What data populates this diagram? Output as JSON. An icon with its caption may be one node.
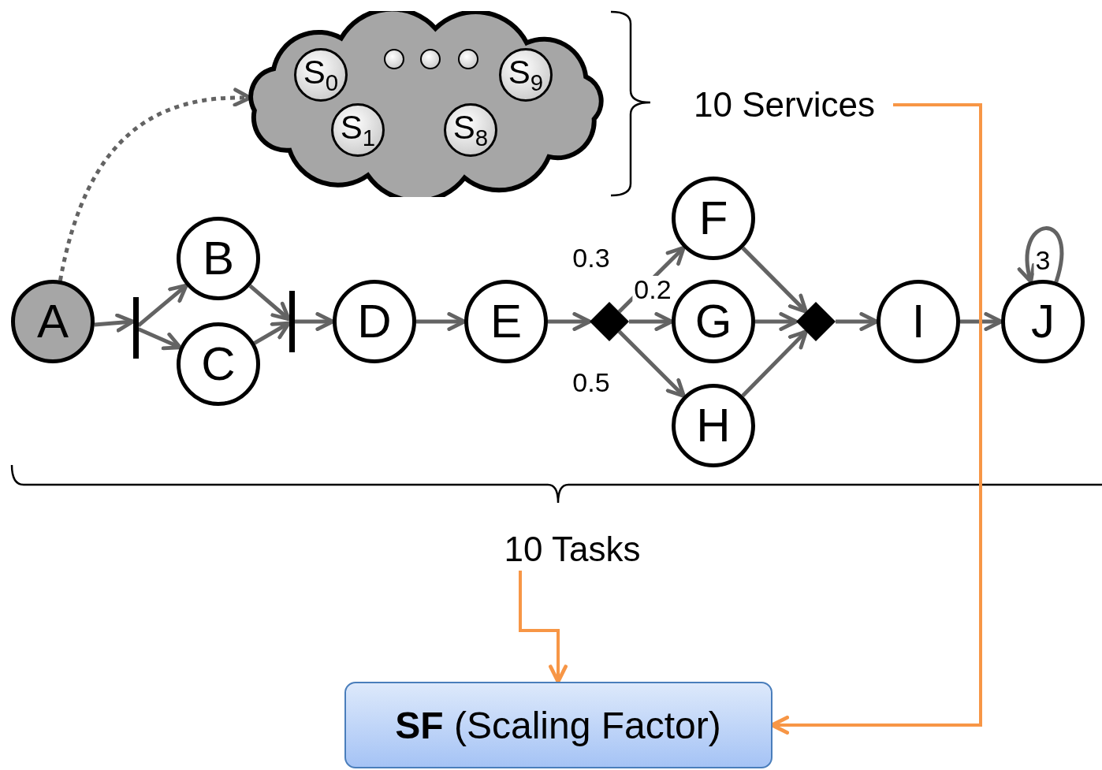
{
  "diagram": {
    "nodes": [
      {
        "text": [],
        "shape": "cloud"
      },
      {
        "text": [
          "S$_{0}$"
        ],
        "in": 0
      },
      {
        "text": [],
        "shape": "circle",
        "in": 0
      },
      {
        "text": [],
        "shape": "circle",
        "in": 0
      },
      {
        "text": [],
        "shape": "circle",
        "in": 0
      },
      {
        "text": [
          "S$_{9}$"
        ],
        "in": 0
      },
      {
        "text": [
          "S$_{1}$"
        ],
        "in": 0
      },
      {
        "text": [
          "S$_{8}$"
        ],
        "in": 0
      },
      {
        "text": [
          "A"
        ]
      },
      {
        "text": [],
        "shape": "bar"
      },
      {
        "text": [
          "B"
        ]
      },
      {
        "text": [
          "C"
        ]
      },
      {
        "text": [],
        "shape": "bar"
      },
      {
        "text": [
          "D"
        ]
      },
      {
        "text": [
          "E"
        ]
      },
      {
        "text": [],
        "shape": "diamond"
      },
      {
        "text": [
          "F"
        ]
      },
      {
        "text": [
          "G"
        ]
      },
      {
        "text": [
          "H"
        ]
      },
      {
        "text": [],
        "shape": "diamond"
      },
      {
        "text": [
          "I"
        ]
      },
      {
        "text": [
          "J"
        ]
      },
      {
        "text": [
          "10 Services"
        ]
      },
      {
        "text": [
          "10 Tasks"
        ]
      },
      {
        "text": [
          "**SF** (Scaling Factor)"
        ]
      }
    ],
    "edges": [
      {
        "from": 8,
        "to": 0,
        "arrow": "to",
        "style": "dashed"
      },
      {
        "from": 8,
        "to": 9,
        "arrow": "to"
      },
      {
        "from": 9,
        "to": 10,
        "arrow": "to"
      },
      {
        "from": 9,
        "to": 11,
        "arrow": "to"
      },
      {
        "from": 10,
        "to": 12,
        "arrow": "to"
      },
      {
        "from": 11,
        "to": 12,
        "arrow": "to"
      },
      {
        "from": 12,
        "to": 13,
        "arrow": "to"
      },
      {
        "from": 13,
        "to": 14,
        "arrow": "to"
      },
      {
        "from": 14,
        "to": 15,
        "arrow": "to"
      },
      {
        "from": 15,
        "to": 16,
        "arrow": "to",
        "label": "0.3"
      },
      {
        "from": 15,
        "to": 17,
        "arrow": "to",
        "label": "0.2"
      },
      {
        "from": 15,
        "to": 18,
        "arrow": "to",
        "label": "0.5"
      },
      {
        "from": 16,
        "to": 19,
        "arrow": "to"
      },
      {
        "from": 17,
        "to": 19,
        "arrow": "to"
      },
      {
        "from": 18,
        "to": 19,
        "arrow": "to"
      },
      {
        "from": 19,
        "to": 20,
        "arrow": "to"
      },
      {
        "from": 20,
        "to": 21,
        "arrow": "to"
      },
      {
        "from": 21,
        "to": 21,
        "arrow": "to",
        "label": "3"
      },
      {
        "from": 22,
        "to": 24,
        "arrow": "to",
        "color": "#f79646"
      },
      {
        "from": 23,
        "to": 24,
        "arrow": "to",
        "color": "#f79646"
      }
    ]
  }
}
